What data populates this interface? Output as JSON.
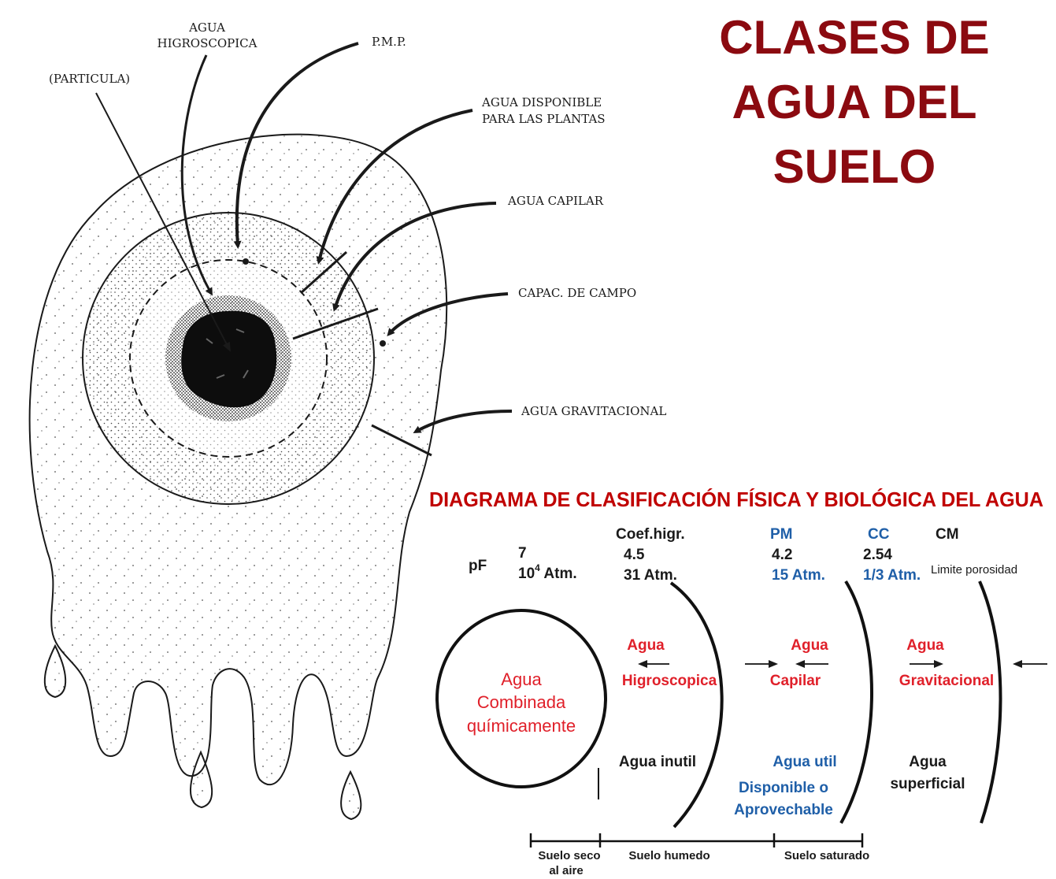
{
  "title": {
    "line1": "CLASES DE",
    "line2": "AGUA DEL",
    "line3": "SUELO",
    "color": "#8b0a10"
  },
  "illustration": {
    "labels": {
      "agua_higroscopica_1": "AGUA",
      "agua_higroscopica_2": "HIGROSCOPICA",
      "pmp": "P.M.P.",
      "particula": "(PARTICULA)",
      "agua_disponible_1": "AGUA DISPONIBLE",
      "agua_disponible_2": "PARA LAS PLANTAS",
      "agua_capilar": "AGUA CAPILAR",
      "capac_campo": "CAPAC. DE CAMPO",
      "agua_gravitacional": "AGUA GRAVITACIONAL"
    }
  },
  "diagram": {
    "title": "DIAGRAMA DE CLASIFICACIÓN FÍSICA Y BIOLÓGICA DEL AGUA",
    "pf": "pF",
    "col1": {
      "value": "7",
      "atm_base": "10",
      "atm_exp": "4",
      "atm_unit": " Atm."
    },
    "col2": {
      "header": "Coef.higr.",
      "value": "4.5",
      "atm": "31 Atm."
    },
    "col3": {
      "header": "PM",
      "value": "4.2",
      "atm": "15 Atm."
    },
    "col4": {
      "header": "CC",
      "value": "2.54",
      "atm": "1/3 Atm."
    },
    "col5": {
      "header": "CM",
      "sub": "Limite porosidad"
    },
    "circle": {
      "line1": "Agua",
      "line2": "Combinada",
      "line3": "químicamente"
    },
    "zones": {
      "higro_1": "Agua",
      "higro_2": "Higroscopica",
      "capilar_1": "Agua",
      "capilar_2": "Capilar",
      "grav_1": "Agua",
      "grav_2": "Gravitacional"
    },
    "bottom": {
      "inutil": "Agua inutil",
      "util": "Agua util",
      "disp_1": "Disponible o",
      "disp_2": "Aprovechable",
      "sup_1": "Agua",
      "sup_2": "superficial"
    },
    "scale": {
      "seco_1": "Suelo seco",
      "seco_2": "al aire",
      "humedo": "Suelo humedo",
      "saturado": "Suelo saturado"
    },
    "colors": {
      "red": "#e0202a",
      "blue": "#1f5fa8",
      "title_red": "#c00000"
    }
  }
}
